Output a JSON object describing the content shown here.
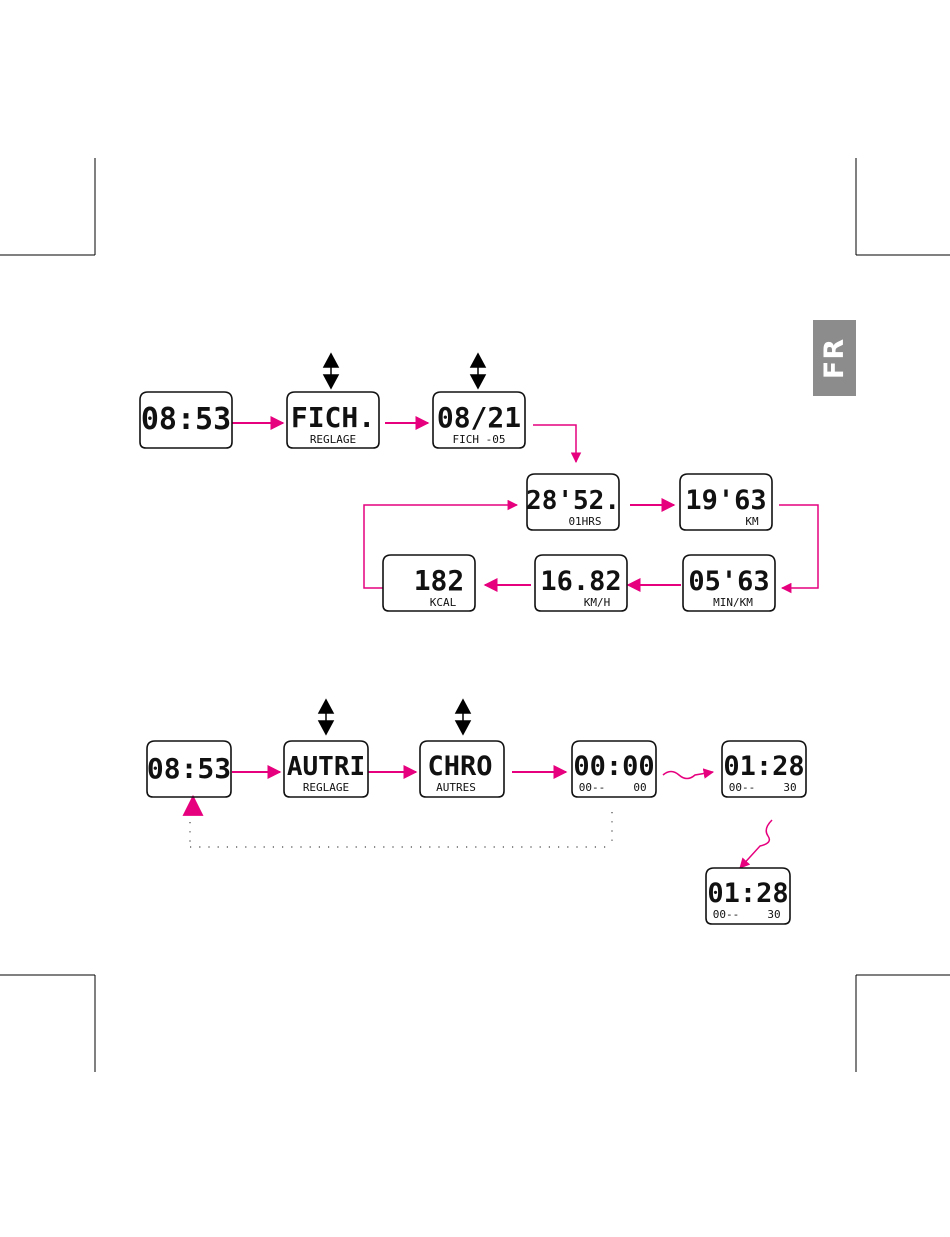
{
  "language_tab": {
    "label": "FR"
  },
  "colors": {
    "arrow": "#e6007e",
    "ink": "#111111",
    "tab": "#8c8c8c"
  },
  "flow1": {
    "displays": [
      {
        "id": "time",
        "main": "08:53",
        "sub": ""
      },
      {
        "id": "file-menu",
        "main": "FICH.",
        "sub": "REGLAGE"
      },
      {
        "id": "file-date",
        "main": "08/21",
        "sub": "FICH -05"
      },
      {
        "id": "total-time",
        "main": "28'52.",
        "sub": "01HRS"
      },
      {
        "id": "distance",
        "main": "19'63",
        "sub": "KM"
      },
      {
        "id": "pace",
        "main": "05'63",
        "sub": "MIN/KM"
      },
      {
        "id": "speed",
        "main": "16.82",
        "sub": "KM/H"
      },
      {
        "id": "calories",
        "main": "182",
        "sub": "KCAL"
      }
    ]
  },
  "flow2": {
    "displays": [
      {
        "id": "time",
        "main": "08:53",
        "sub": ""
      },
      {
        "id": "other-menu",
        "main": "AUTRI",
        "sub": "REGLAGE"
      },
      {
        "id": "chrono-menu",
        "main": "CHRO",
        "sub": "AUTRES"
      },
      {
        "id": "chrono-zero",
        "main": "00:00",
        "sub_left": "00--",
        "sub_right": "00"
      },
      {
        "id": "chrono-run",
        "main": "01:28",
        "sub_left": "00--",
        "sub_right": "30"
      },
      {
        "id": "chrono-split",
        "main": "01:28",
        "sub_left": "00--",
        "sub_right": "30"
      }
    ]
  }
}
